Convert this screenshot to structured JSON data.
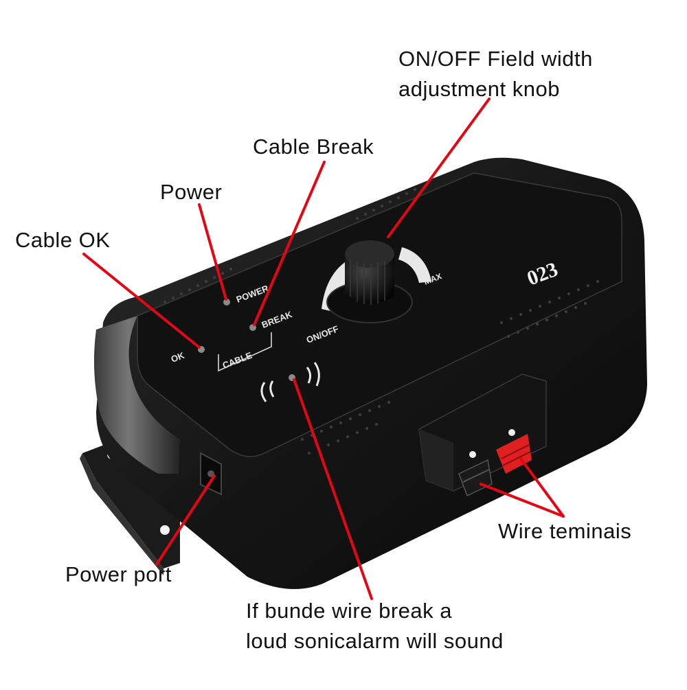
{
  "callouts": {
    "knob_line1": "ON/OFF Field width",
    "knob_line2": "adjustment knob",
    "cable_break": "Cable Break",
    "power": "Power",
    "cable_ok": "Cable OK",
    "power_port": "Power port",
    "wire_terminals": "Wire teminais",
    "alarm_line1": "If bunde wire break a",
    "alarm_line2": "loud sonicalarm will sound"
  },
  "device": {
    "model": "023",
    "label_power": "POWER",
    "label_break": "BREAK",
    "label_ok": "OK",
    "label_cable": "CABLE",
    "label_onoff": "ON/OFF",
    "label_max": "MAX"
  },
  "colors": {
    "leader_line": "#e30613",
    "body": "#1a1a1a",
    "terminal_red": "#e02020"
  }
}
